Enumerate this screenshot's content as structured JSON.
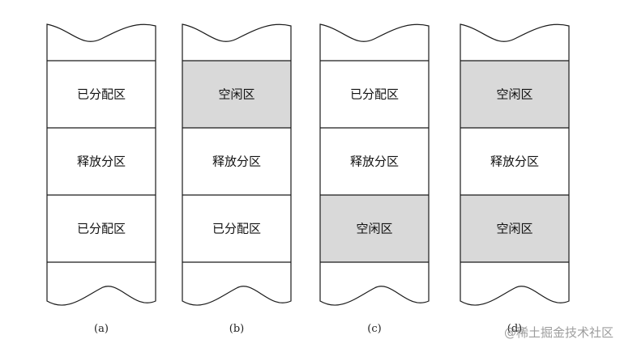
{
  "colors": {
    "free": "#d9d9d9",
    "allocated": "#ffffff",
    "stroke": "#1a1a1a"
  },
  "columns": [
    {
      "caption": "(a)",
      "cells": [
        {
          "label": "已分配区",
          "kind": "allocated"
        },
        {
          "label": "释放分区",
          "kind": "released"
        },
        {
          "label": "已分配区",
          "kind": "allocated"
        }
      ]
    },
    {
      "caption": "(b)",
      "cells": [
        {
          "label": "空闲区",
          "kind": "free"
        },
        {
          "label": "释放分区",
          "kind": "released"
        },
        {
          "label": "已分配区",
          "kind": "allocated"
        }
      ]
    },
    {
      "caption": "(c)",
      "cells": [
        {
          "label": "已分配区",
          "kind": "allocated"
        },
        {
          "label": "释放分区",
          "kind": "released"
        },
        {
          "label": "空闲区",
          "kind": "free"
        }
      ]
    },
    {
      "caption": "(d)",
      "cells": [
        {
          "label": "空闲区",
          "kind": "free"
        },
        {
          "label": "释放分区",
          "kind": "released"
        },
        {
          "label": "空闲区",
          "kind": "free"
        }
      ]
    }
  ],
  "watermark": "@稀土掘金技术社区"
}
